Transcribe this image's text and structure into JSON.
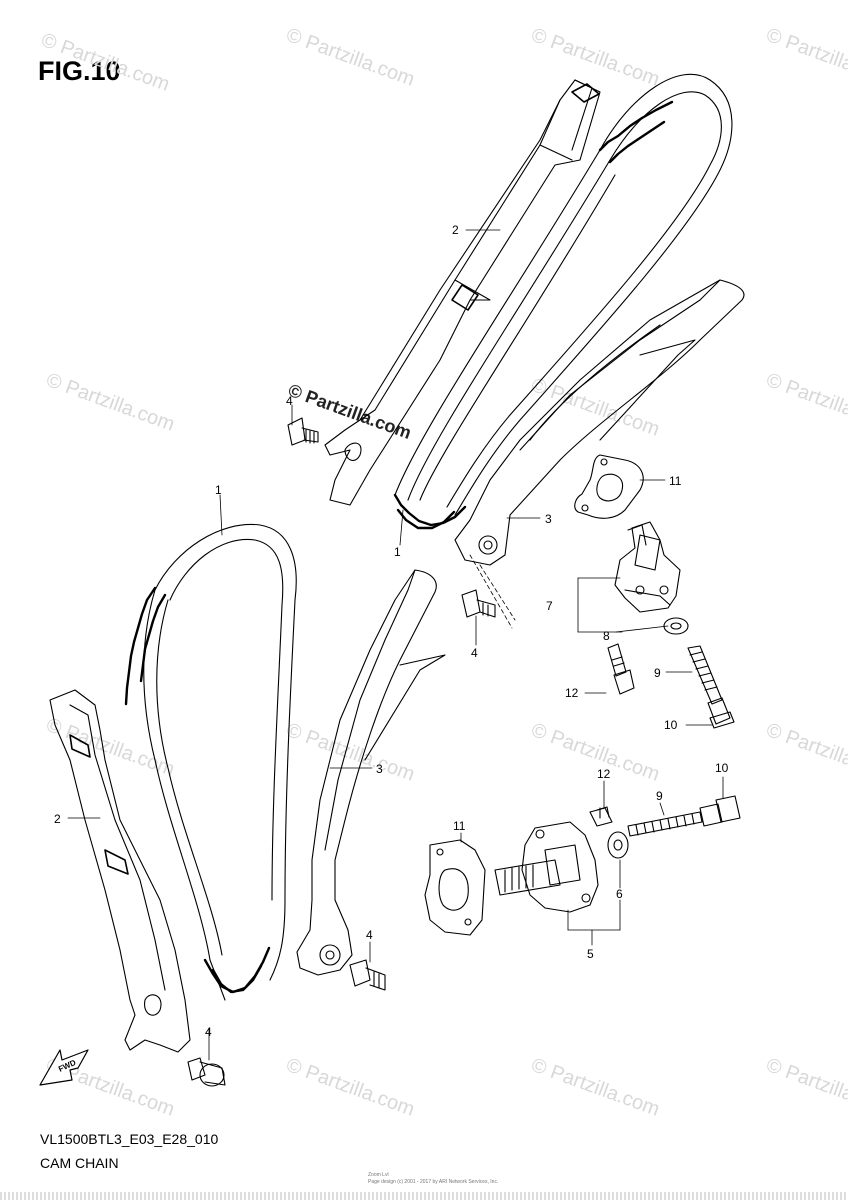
{
  "figure": {
    "title": "FIG.10",
    "model_code": "VL1500BTL3_E03_E28_010",
    "assembly_name": "CAM CHAIN",
    "fwd_label": "FWD"
  },
  "watermark": {
    "text": "© Partzilla.com",
    "center_text": "© Partzilla.com"
  },
  "footer": {
    "line1": "Zoom Lvl",
    "line2": "Page design (c) 2001 - 2017 by ARI Network Services, Inc."
  },
  "callouts": [
    {
      "id": "c2-top",
      "label": "2"
    },
    {
      "id": "c4-top",
      "label": "4"
    },
    {
      "id": "c1-upper",
      "label": "1"
    },
    {
      "id": "c1-lower",
      "label": "1"
    },
    {
      "id": "c3-upper",
      "label": "3"
    },
    {
      "id": "c11-upper",
      "label": "11"
    },
    {
      "id": "c7",
      "label": "7"
    },
    {
      "id": "c8",
      "label": "8"
    },
    {
      "id": "c4-mid",
      "label": "4"
    },
    {
      "id": "c9-upper",
      "label": "9"
    },
    {
      "id": "c12-upper",
      "label": "12"
    },
    {
      "id": "c10-upper",
      "label": "10"
    },
    {
      "id": "c3-lower",
      "label": "3"
    },
    {
      "id": "c2-lower",
      "label": "2"
    },
    {
      "id": "c12-lower",
      "label": "12"
    },
    {
      "id": "c9-lower",
      "label": "9"
    },
    {
      "id": "c10-lower",
      "label": "10"
    },
    {
      "id": "c11-lower",
      "label": "11"
    },
    {
      "id": "c6",
      "label": "6"
    },
    {
      "id": "c5",
      "label": "5"
    },
    {
      "id": "c4-lower-mid",
      "label": "4"
    },
    {
      "id": "c4-bottom",
      "label": "4"
    }
  ],
  "colors": {
    "line": "#000000",
    "watermark": "#d8d8d8",
    "background": "#ffffff"
  }
}
